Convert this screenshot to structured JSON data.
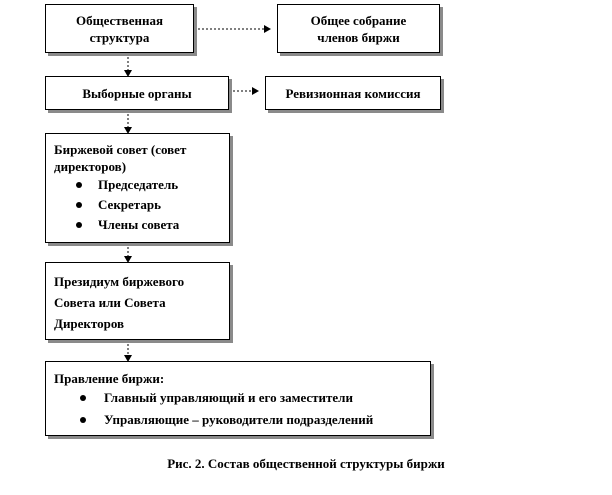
{
  "nodes": {
    "public_structure": {
      "label_line1": "Общественная",
      "label_line2": "структура"
    },
    "general_meeting": {
      "label_line1": "Общее собрание",
      "label_line2": "членов биржи"
    },
    "elected_bodies": {
      "label": "Выборные органы"
    },
    "audit_commission": {
      "label": "Ревизионная комиссия"
    },
    "exchange_council": {
      "title_line1": "Биржевой совет (совет",
      "title_line2": "директоров)",
      "items": [
        "Председатель",
        "Секретарь",
        "Члены совета"
      ]
    },
    "presidium": {
      "line1": "Президиум биржевого",
      "line2": "Совета или Совета",
      "line3": "Директоров"
    },
    "board": {
      "title": "Правление биржи:",
      "items": [
        "Главный управляющий и его заместители",
        "Управляющие – руководители подразделений"
      ]
    }
  },
  "caption": "Рис. 2. Состав общественной структуры биржи"
}
